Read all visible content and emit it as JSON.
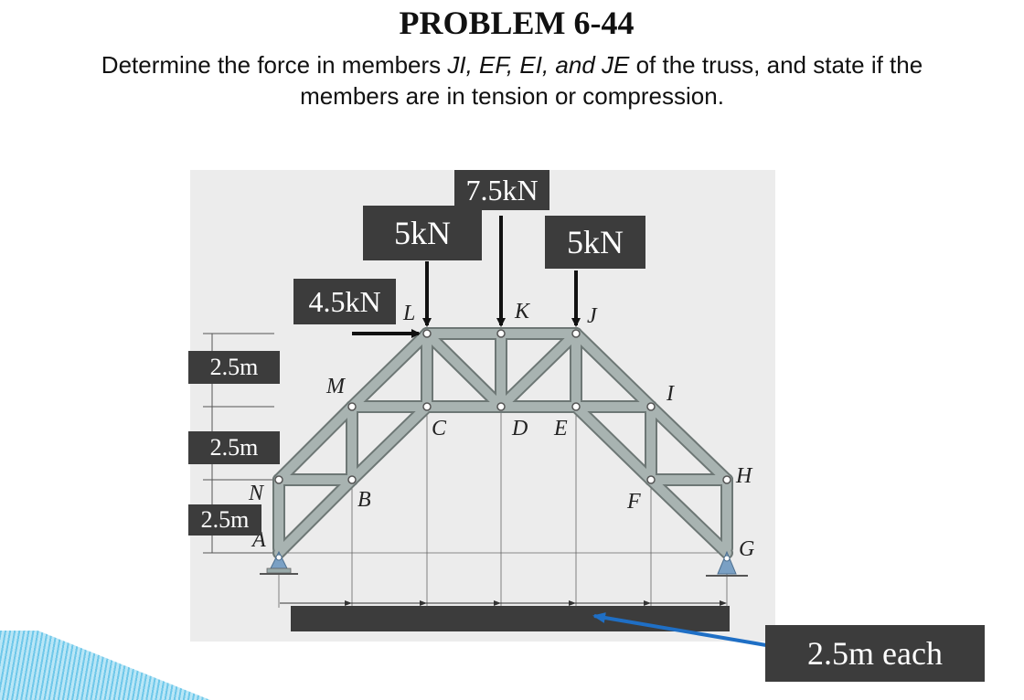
{
  "problem": {
    "title": "PROBLEM 6-44",
    "prompt_line1_a": "Determine the force in members ",
    "prompt_line1_members": "JI, EF, EI, and JE",
    "prompt_line1_b": " of the truss, and state if the",
    "prompt_line2": "members are in tension or compression."
  },
  "loads": {
    "horizontal_load": "4.5kN",
    "load_l": "5kN",
    "load_k": "7.5kN",
    "load_j": "5kN"
  },
  "dimensions": {
    "height_1": "2.5m",
    "height_2": "2.5m",
    "height_3": "2.5m",
    "panel_each": "2.5m each"
  },
  "joints": [
    "L",
    "K",
    "J",
    "M",
    "I",
    "C",
    "D",
    "E",
    "N",
    "H",
    "B",
    "F",
    "A",
    "G"
  ],
  "colors": {
    "member": "#a8b3b1",
    "member_edge": "#6d7775",
    "label_bg": "#3c3c3c",
    "arrow_blue": "#1f6fc5",
    "support": "#7aa0c4"
  }
}
